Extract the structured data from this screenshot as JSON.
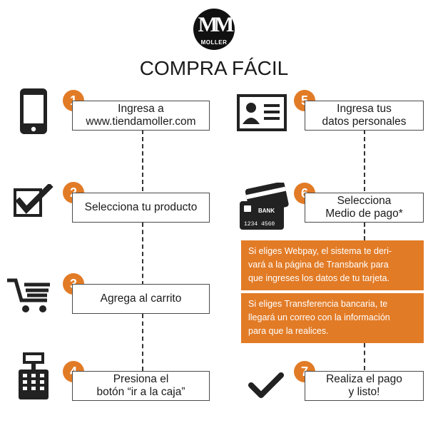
{
  "brand": {
    "logo_letters": "MM",
    "logo_name": "MOLLER"
  },
  "title": "COMPRA FÁCIL",
  "steps": [
    {
      "number": "1",
      "line1": "Ingresa a",
      "line2": "www.tiendamoller.com"
    },
    {
      "number": "2",
      "line1": "Selecciona tu producto",
      "line2": ""
    },
    {
      "number": "3",
      "line1": "Agrega al carrito",
      "line2": ""
    },
    {
      "number": "4",
      "line1": "Presiona el",
      "line2": "botón “ir a la caja”"
    },
    {
      "number": "5",
      "line1": "Ingresa tus",
      "line2": "datos personales"
    },
    {
      "number": "6",
      "line1": "Selecciona",
      "line2": "Medio de pago*"
    },
    {
      "number": "7",
      "line1": "Realiza el pago",
      "line2": "y listo!"
    }
  ],
  "notes": {
    "webpay": [
      "Si eliges Webpay, el sistema te deri-",
      "vará a la página de Transbank para",
      "que ingreses  los datos de tu tarjeta."
    ],
    "transfer": [
      "Si eliges Transferencia bancaria, te",
      "llegará un correo con la información",
      "para que la realices."
    ]
  },
  "card": {
    "bank_label": "BANK",
    "card_number": "1234 4560"
  },
  "icons": [
    "smartphone-icon",
    "checkbox-icon",
    "shopping-cart-icon",
    "cash-register-icon",
    "id-card-icon",
    "credit-card-icon",
    "checkmark-icon"
  ],
  "colors": {
    "accent": "#e27b26",
    "text": "#1a1a1a",
    "icon": "#222222"
  }
}
